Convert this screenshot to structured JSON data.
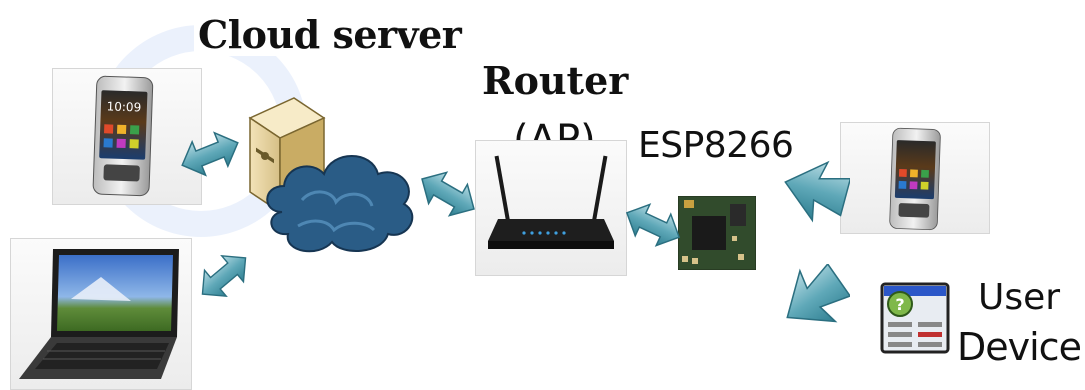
{
  "labels": {
    "cloud_server": "Cloud server",
    "router": "Router",
    "ap": "(AP)",
    "esp": "ESP8266",
    "user": "User",
    "device": "Device"
  },
  "phone_clock": "10:09",
  "colors": {
    "arrow_fill": "#3d8fa1",
    "arrow_highlight": "#a5d2dc",
    "cloud": "#2a5c86",
    "board": "#314b2c"
  },
  "icons": [
    "phone-icon",
    "server-icon",
    "cloud-icon",
    "laptop-icon",
    "router-icon",
    "esp8266-board-icon",
    "user-device-icon",
    "double-arrow-icon",
    "arrow-icon"
  ]
}
